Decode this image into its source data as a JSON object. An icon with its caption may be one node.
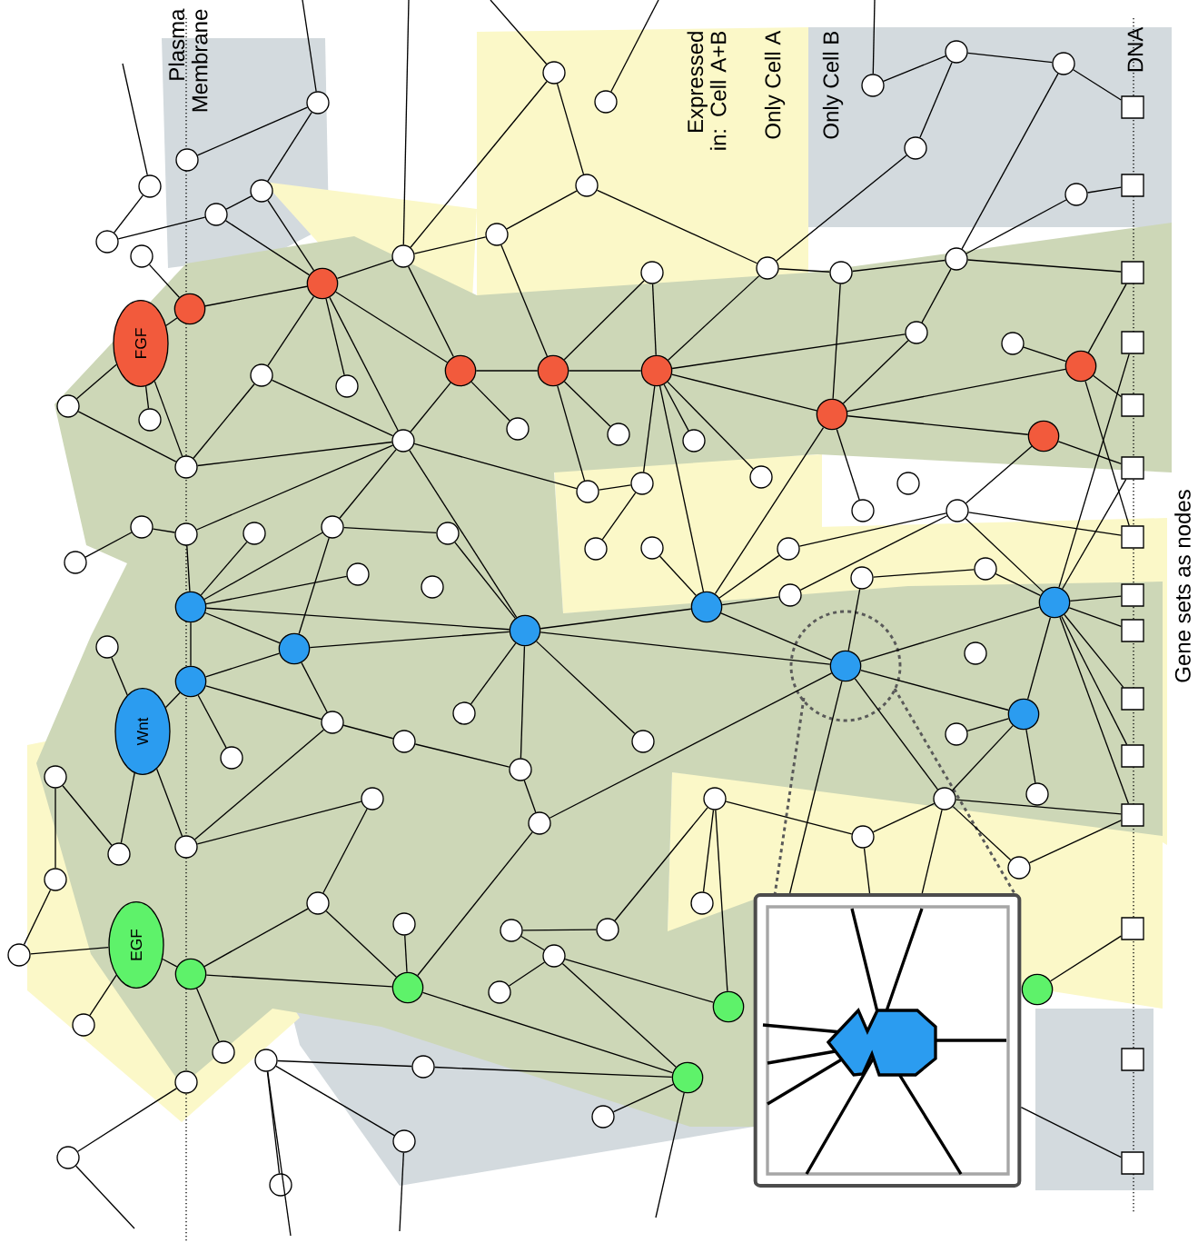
{
  "diagram": {
    "nodes": [
      {
        "text": [],
        "shape": "circle"
      },
      {
        "text": [],
        "shape": "circle"
      },
      {
        "text": [],
        "shape": "circle"
      },
      {
        "text": [],
        "shape": "circle"
      },
      {
        "text": [],
        "shape": "circle"
      },
      {
        "text": [],
        "shape": "circle"
      },
      {
        "text": [],
        "shape": "circle"
      },
      {
        "text": [],
        "shape": "circle"
      },
      {
        "text": [],
        "shape": "circle"
      },
      {
        "text": [],
        "shape": "circle"
      },
      {
        "text": [],
        "shape": "circle"
      },
      {
        "text": [],
        "shape": "circle"
      },
      {
        "text": [],
        "shape": "circle"
      },
      {
        "text": [],
        "shape": "circle"
      },
      {
        "text": [],
        "shape": "circle"
      },
      {
        "text": [],
        "shape": "circle"
      },
      {
        "text": [],
        "shape": "circle"
      },
      {
        "text": [],
        "shape": "circle"
      },
      {
        "text": [],
        "shape": "circle"
      },
      {
        "text": [],
        "shape": "circle"
      },
      {
        "text": [],
        "shape": "circle"
      },
      {
        "text": [],
        "shape": "circle"
      },
      {
        "text": [],
        "shape": "circle"
      },
      {
        "text": [
          "FGF"
        ]
      },
      {
        "text": [],
        "shape": "circle"
      },
      {
        "text": [],
        "shape": "circle"
      },
      {
        "text": [],
        "shape": "circle"
      },
      {
        "text": [],
        "shape": "circle"
      },
      {
        "text": [],
        "shape": "circle"
      },
      {
        "text": [],
        "shape": "circle"
      },
      {
        "text": [],
        "shape": "circle"
      },
      {
        "text": [],
        "shape": "circle"
      },
      {
        "text": [],
        "shape": "circle"
      },
      {
        "text": [],
        "shape": "circle"
      },
      {
        "text": [],
        "shape": "circle"
      },
      {
        "text": [],
        "shape": "circle"
      },
      {
        "text": [],
        "shape": "circle"
      },
      {
        "text": [],
        "shape": "circle"
      },
      {
        "text": [],
        "shape": "circle"
      },
      {
        "text": [],
        "shape": "circle"
      },
      {
        "text": [],
        "shape": "circle"
      },
      {
        "text": [],
        "shape": "circle"
      },
      {
        "text": [],
        "shape": "circle"
      },
      {
        "text": [],
        "shape": "circle"
      },
      {
        "text": [],
        "shape": "circle"
      },
      {
        "text": [],
        "shape": "circle"
      },
      {
        "text": [],
        "shape": "circle"
      },
      {
        "text": [],
        "shape": "circle"
      },
      {
        "text": [],
        "shape": "circle"
      },
      {
        "text": [],
        "shape": "circle"
      },
      {
        "text": [],
        "shape": "circle"
      },
      {
        "text": [],
        "shape": "circle"
      },
      {
        "text": [],
        "shape": "circle"
      },
      {
        "text": [],
        "shape": "circle"
      },
      {
        "text": [],
        "shape": "circle"
      },
      {
        "text": [],
        "shape": "circle"
      },
      {
        "text": [],
        "shape": "circle"
      },
      {
        "text": [],
        "shape": "circle"
      },
      {
        "text": [],
        "shape": "circle"
      },
      {
        "text": [],
        "shape": "circle"
      },
      {
        "text": [],
        "shape": "circle"
      },
      {
        "text": [],
        "shape": "circle"
      },
      {
        "text": [],
        "shape": "circle"
      },
      {
        "text": [],
        "shape": "circle"
      },
      {
        "text": [],
        "shape": "circle"
      },
      {
        "text": [],
        "shape": "circle"
      },
      {
        "text": [],
        "shape": "circle"
      },
      {
        "text": [],
        "shape": "circle"
      },
      {
        "text": [],
        "shape": "circle"
      },
      {
        "text": [],
        "shape": "circle"
      },
      {
        "text": [
          "Wnt"
        ]
      },
      {
        "text": [],
        "shape": "circle"
      },
      {
        "text": [],
        "shape": "circle"
      },
      {
        "text": [],
        "shape": "circle"
      },
      {
        "text": [],
        "shape": "circle"
      },
      {
        "text": [],
        "shape": "circle"
      },
      {
        "text": [],
        "shape": "circle"
      },
      {
        "text": [],
        "shape": "circle"
      },
      {
        "text": [],
        "shape": "circle"
      },
      {
        "text": [],
        "shape": "circle"
      },
      {
        "text": [],
        "shape": "circle"
      },
      {
        "text": [],
        "shape": "circle"
      },
      {
        "text": [],
        "shape": "circle"
      },
      {
        "text": [],
        "shape": "circle"
      },
      {
        "text": [],
        "shape": "circle"
      },
      {
        "text": [],
        "shape": "circle"
      },
      {
        "text": [],
        "shape": "circle"
      },
      {
        "text": [],
        "shape": "circle"
      },
      {
        "text": [],
        "shape": "circle"
      },
      {
        "text": [],
        "shape": "circle"
      },
      {
        "text": [],
        "shape": "circle"
      },
      {
        "text": [],
        "shape": "circle"
      },
      {
        "text": [],
        "shape": "circle"
      },
      {
        "text": [
          "EGF"
        ]
      },
      {
        "text": [],
        "shape": "circle"
      },
      {
        "text": [],
        "shape": "circle"
      },
      {
        "text": [],
        "shape": "circle"
      },
      {
        "text": [],
        "shape": "circle"
      },
      {
        "text": [],
        "shape": "circle"
      },
      {
        "text": [],
        "shape": "circle"
      },
      {
        "text": [],
        "shape": "circle"
      },
      {
        "text": [],
        "shape": "circle"
      },
      {
        "text": [],
        "shape": "circle"
      },
      {
        "text": [],
        "shape": "circle"
      },
      {
        "text": [],
        "shape": "circle"
      },
      {
        "text": [],
        "shape": "circle"
      },
      {
        "text": [],
        "shape": "circle"
      },
      {
        "text": [],
        "shape": "circle"
      },
      {
        "text": [],
        "shape": "circle"
      },
      {
        "text": [],
        "shape": "circle"
      },
      {
        "text": [],
        "shape": "circle"
      },
      {
        "text": [],
        "shape": "circle"
      },
      {
        "text": [],
        "shape": "circle"
      },
      {
        "text": [],
        "shape": "box"
      },
      {
        "text": [],
        "shape": "box"
      },
      {
        "text": [],
        "shape": "box"
      },
      {
        "text": [],
        "shape": "box"
      },
      {
        "text": [],
        "shape": "box"
      },
      {
        "text": [],
        "shape": "box"
      },
      {
        "text": [],
        "shape": "box"
      },
      {
        "text": [],
        "shape": "box"
      },
      {
        "text": [],
        "shape": "box"
      },
      {
        "text": [],
        "shape": "box"
      },
      {
        "text": [],
        "shape": "box"
      },
      {
        "text": [],
        "shape": "box"
      },
      {
        "text": [],
        "shape": "box"
      },
      {
        "text": [],
        "shape": "box"
      },
      {
        "text": [],
        "shape": "box"
      },
      {
        "text": [],
        "shape": "picture"
      }
    ],
    "edges": [
      {
        "from": null,
        "to": 7,
        "arrow": "none"
      },
      {
        "from": 7,
        "to": 13,
        "arrow": "none"
      },
      {
        "from": null,
        "to": 5,
        "arrow": "none"
      },
      {
        "from": 5,
        "to": 8,
        "arrow": "none"
      },
      {
        "from": 5,
        "to": 6,
        "arrow": "none"
      },
      {
        "from": 8,
        "to": 12,
        "arrow": "none"
      },
      {
        "from": 8,
        "to": 21,
        "arrow": "none"
      },
      {
        "from": 12,
        "to": 13,
        "arrow": "none"
      },
      {
        "from": 12,
        "to": 21,
        "arrow": "none"
      },
      {
        "from": 15,
        "to": 22,
        "arrow": "none"
      },
      {
        "from": 22,
        "to": 21,
        "arrow": "none"
      },
      {
        "from": 32,
        "to": 23,
        "arrow": "none"
      },
      {
        "from": 23,
        "to": 22,
        "arrow": "none"
      },
      {
        "from": 32,
        "to": 40,
        "arrow": "none"
      },
      {
        "from": 23,
        "to": 33,
        "arrow": "none"
      },
      {
        "from": 23,
        "to": 40,
        "arrow": "none"
      },
      {
        "from": 40,
        "to": 30,
        "arrow": "none"
      },
      {
        "from": 30,
        "to": 21,
        "arrow": "none"
      },
      {
        "from": 30,
        "to": 38,
        "arrow": "none"
      },
      {
        "from": 21,
        "to": 31,
        "arrow": "none"
      },
      {
        "from": 21,
        "to": 38,
        "arrow": "none"
      },
      {
        "from": 21,
        "to": 16,
        "arrow": "none"
      },
      {
        "from": 21,
        "to": 26,
        "arrow": "none"
      },
      {
        "from": null,
        "to": 16,
        "arrow": "none"
      },
      {
        "from": 16,
        "to": 0,
        "arrow": "none"
      },
      {
        "from": 16,
        "to": 14,
        "arrow": "none"
      },
      {
        "from": 16,
        "to": 26,
        "arrow": "none"
      },
      {
        "from": null,
        "to": 0,
        "arrow": "none"
      },
      {
        "from": 0,
        "to": 9,
        "arrow": "none"
      },
      {
        "from": null,
        "to": 1,
        "arrow": "none"
      },
      {
        "from": 9,
        "to": 14,
        "arrow": "none"
      },
      {
        "from": 9,
        "to": 18,
        "arrow": "none"
      },
      {
        "from": 14,
        "to": 27,
        "arrow": "none"
      },
      {
        "from": 26,
        "to": 27,
        "arrow": "none"
      },
      {
        "from": 27,
        "to": 28,
        "arrow": "none"
      },
      {
        "from": 26,
        "to": 35,
        "arrow": "none"
      },
      {
        "from": 26,
        "to": 38,
        "arrow": "none"
      },
      {
        "from": 27,
        "to": 36,
        "arrow": "none"
      },
      {
        "from": 27,
        "to": 44,
        "arrow": "none"
      },
      {
        "from": 20,
        "to": 28,
        "arrow": "none"
      },
      {
        "from": 20,
        "to": 27,
        "arrow": "none"
      },
      {
        "from": 18,
        "to": 28,
        "arrow": "none"
      },
      {
        "from": 18,
        "to": 10,
        "arrow": "none"
      },
      {
        "from": 28,
        "to": 37,
        "arrow": "none"
      },
      {
        "from": 28,
        "to": 43,
        "arrow": "none"
      },
      {
        "from": 28,
        "to": 41,
        "arrow": "none"
      },
      {
        "from": 28,
        "to": 24,
        "arrow": "none"
      },
      {
        "from": 28,
        "to": 34,
        "arrow": "none"
      },
      {
        "from": 28,
        "to": 62,
        "arrow": "none"
      },
      {
        "from": 18,
        "to": 19,
        "arrow": "none"
      },
      {
        "from": 19,
        "to": 17,
        "arrow": "none"
      },
      {
        "from": 19,
        "to": 34,
        "arrow": "none"
      },
      {
        "from": 17,
        "to": 115,
        "arrow": "none"
      },
      {
        "from": 17,
        "to": 3,
        "arrow": "none"
      },
      {
        "from": 17,
        "to": 24,
        "arrow": "none"
      },
      {
        "from": 10,
        "to": 2,
        "arrow": "none"
      },
      {
        "from": 4,
        "to": 2,
        "arrow": "none"
      },
      {
        "from": null,
        "to": 4,
        "arrow": "none"
      },
      {
        "from": 2,
        "to": 3,
        "arrow": "none"
      },
      {
        "from": 3,
        "to": 113,
        "arrow": "none"
      },
      {
        "from": 11,
        "to": 114,
        "arrow": "none"
      },
      {
        "from": 11,
        "to": 17,
        "arrow": "none"
      },
      {
        "from": 24,
        "to": 34,
        "arrow": "none"
      },
      {
        "from": 34,
        "to": 29,
        "arrow": "none"
      },
      {
        "from": 34,
        "to": 39,
        "arrow": "none"
      },
      {
        "from": 34,
        "to": 45,
        "arrow": "none"
      },
      {
        "from": 34,
        "to": 62,
        "arrow": "none"
      },
      {
        "from": 25,
        "to": 29,
        "arrow": "none"
      },
      {
        "from": 29,
        "to": 115,
        "arrow": "none"
      },
      {
        "from": 29,
        "to": 117,
        "arrow": "none"
      },
      {
        "from": 29,
        "to": 119,
        "arrow": "none"
      },
      {
        "from": 39,
        "to": 118,
        "arrow": "none"
      },
      {
        "from": 39,
        "to": 46,
        "arrow": "none"
      },
      {
        "from": 46,
        "to": 54,
        "arrow": "none"
      },
      {
        "from": 46,
        "to": 119,
        "arrow": "none"
      },
      {
        "from": 46,
        "to": 63,
        "arrow": "none"
      },
      {
        "from": 46,
        "to": 60,
        "arrow": "none"
      },
      {
        "from": 63,
        "to": 116,
        "arrow": "none"
      },
      {
        "from": 63,
        "to": 118,
        "arrow": "none"
      },
      {
        "from": 63,
        "to": 120,
        "arrow": "none"
      },
      {
        "from": 63,
        "to": 121,
        "arrow": "none"
      },
      {
        "from": 63,
        "to": 122,
        "arrow": "none"
      },
      {
        "from": 63,
        "to": 123,
        "arrow": "none"
      },
      {
        "from": 63,
        "to": 124,
        "arrow": "none"
      },
      {
        "from": 63,
        "to": 59,
        "arrow": "none"
      },
      {
        "from": 59,
        "to": 57,
        "arrow": "none"
      },
      {
        "from": 57,
        "to": 68,
        "arrow": "none"
      },
      {
        "from": 63,
        "to": 68,
        "arrow": "none"
      },
      {
        "from": 63,
        "to": 73,
        "arrow": "none"
      },
      {
        "from": 62,
        "to": 54,
        "arrow": "none"
      },
      {
        "from": 62,
        "to": 60,
        "arrow": "none"
      },
      {
        "from": 62,
        "to": 53,
        "arrow": "none"
      },
      {
        "from": 62,
        "to": 64,
        "arrow": "none"
      },
      {
        "from": 62,
        "to": 68,
        "arrow": "none"
      },
      {
        "from": 64,
        "to": 68,
        "arrow": "none"
      },
      {
        "from": 68,
        "to": 84,
        "arrow": "none"
      },
      {
        "from": 68,
        "to": 81,
        "arrow": "none"
      },
      {
        "from": 68,
        "to": 73,
        "arrow": "none"
      },
      {
        "from": 68,
        "to": 128,
        "arrow": "none"
      },
      {
        "from": 73,
        "to": 74,
        "arrow": "none"
      },
      {
        "from": 73,
        "to": 80,
        "arrow": "none"
      },
      {
        "from": 73,
        "to": 81,
        "arrow": "none"
      },
      {
        "from": 81,
        "to": 124,
        "arrow": "none"
      },
      {
        "from": 81,
        "to": 85,
        "arrow": "none"
      },
      {
        "from": 81,
        "to": 88,
        "arrow": "none"
      },
      {
        "from": 85,
        "to": 82,
        "arrow": "none"
      },
      {
        "from": 82,
        "to": 91,
        "arrow": "none"
      },
      {
        "from": 82,
        "to": 95,
        "arrow": "none"
      },
      {
        "from": 82,
        "to": 101,
        "arrow": "none"
      },
      {
        "from": 85,
        "to": 128,
        "arrow": "none"
      },
      {
        "from": 81,
        "to": 128,
        "arrow": "none"
      },
      {
        "from": 88,
        "to": 124,
        "arrow": "none"
      },
      {
        "from": 102,
        "to": 125,
        "arrow": "none"
      },
      {
        "from": 94,
        "to": 95,
        "arrow": "none"
      },
      {
        "from": 97,
        "to": 101,
        "arrow": "none"
      },
      {
        "from": 94,
        "to": 97,
        "arrow": "none"
      },
      {
        "from": 97,
        "to": 107,
        "arrow": "none"
      },
      {
        "from": 100,
        "to": 97,
        "arrow": "none"
      },
      {
        "from": 99,
        "to": 107,
        "arrow": "none"
      },
      {
        "from": 99,
        "to": 92,
        "arrow": "none"
      },
      {
        "from": 99,
        "to": 84,
        "arrow": "none"
      },
      {
        "from": 99,
        "to": 90,
        "arrow": "none"
      },
      {
        "from": 98,
        "to": 99,
        "arrow": "none"
      },
      {
        "from": 105,
        "to": 106,
        "arrow": "none"
      },
      {
        "from": 106,
        "to": 107,
        "arrow": "none"
      },
      {
        "from": 107,
        "to": 109,
        "arrow": "none"
      },
      {
        "from": 107,
        "to": null,
        "arrow": "none"
      },
      {
        "from": 105,
        "to": 112,
        "arrow": "none"
      },
      {
        "from": 105,
        "to": 110,
        "arrow": "none"
      },
      {
        "from": 105,
        "to": null,
        "arrow": "none"
      },
      {
        "from": 104,
        "to": 98,
        "arrow": "none"
      },
      {
        "from": 98,
        "to": 90,
        "arrow": "none"
      },
      {
        "from": 98,
        "to": 93,
        "arrow": "none"
      },
      {
        "from": 93,
        "to": 103,
        "arrow": "none"
      },
      {
        "from": 93,
        "to": 96,
        "arrow": "none"
      },
      {
        "from": 96,
        "to": 89,
        "arrow": "none"
      },
      {
        "from": 89,
        "to": 79,
        "arrow": "none"
      },
      {
        "from": 79,
        "to": 86,
        "arrow": "none"
      },
      {
        "from": 86,
        "to": 70,
        "arrow": "none"
      },
      {
        "from": 87,
        "to": 70,
        "arrow": "none"
      },
      {
        "from": 87,
        "to": 71,
        "arrow": "none"
      },
      {
        "from": 87,
        "to": 83,
        "arrow": "none"
      },
      {
        "from": 83,
        "to": 90,
        "arrow": "none"
      },
      {
        "from": 61,
        "to": 49,
        "arrow": "none"
      },
      {
        "from": 61,
        "to": 50,
        "arrow": "none"
      },
      {
        "from": 61,
        "to": 48,
        "arrow": "none"
      },
      {
        "from": 61,
        "to": 56,
        "arrow": "none"
      },
      {
        "from": 61,
        "to": 64,
        "arrow": "none"
      },
      {
        "from": 61,
        "to": 66,
        "arrow": "none"
      },
      {
        "from": 61,
        "to": 69,
        "arrow": "none"
      },
      {
        "from": 47,
        "to": 55,
        "arrow": "none"
      },
      {
        "from": 47,
        "to": 49,
        "arrow": "none"
      },
      {
        "from": 65,
        "to": 70,
        "arrow": "none"
      },
      {
        "from": 40,
        "to": 38,
        "arrow": "none"
      },
      {
        "from": 49,
        "to": 38,
        "arrow": "none"
      },
      {
        "from": 48,
        "to": 51,
        "arrow": "none"
      },
      {
        "from": 48,
        "to": 66,
        "arrow": "none"
      },
      {
        "from": 48,
        "to": 38,
        "arrow": "none"
      },
      {
        "from": 38,
        "to": 64,
        "arrow": "none"
      },
      {
        "from": 38,
        "to": 44,
        "arrow": "none"
      },
      {
        "from": 44,
        "to": 43,
        "arrow": "none"
      },
      {
        "from": 43,
        "to": 52,
        "arrow": "none"
      },
      {
        "from": 51,
        "to": 64,
        "arrow": "none"
      },
      {
        "from": 64,
        "to": 72,
        "arrow": "none"
      },
      {
        "from": 64,
        "to": 75,
        "arrow": "none"
      },
      {
        "from": 64,
        "to": 78,
        "arrow": "none"
      },
      {
        "from": 64,
        "to": 66,
        "arrow": "none"
      },
      {
        "from": 76,
        "to": 78,
        "arrow": "none"
      },
      {
        "from": 78,
        "to": 84,
        "arrow": "none"
      },
      {
        "from": 66,
        "to": 71,
        "arrow": "none"
      },
      {
        "from": 69,
        "to": 71,
        "arrow": "none"
      },
      {
        "from": 71,
        "to": 76,
        "arrow": "none"
      },
      {
        "from": 69,
        "to": 77,
        "arrow": "none"
      },
      {
        "from": 69,
        "to": 70,
        "arrow": "none"
      },
      {
        "from": 69,
        "to": 66,
        "arrow": "none"
      },
      {
        "from": 108,
        "to": 111,
        "arrow": "none"
      },
      {
        "from": null,
        "to": 111,
        "arrow": "none"
      },
      {
        "from": null,
        "to": 110,
        "arrow": "none"
      },
      {
        "from": 128,
        "to": 127,
        "arrow": "none"
      }
    ],
    "labels": [
      "Plasma Membrane",
      "Expressed in: Cell A+B",
      "Only Cell A",
      "Only Cell B",
      "DNA",
      "Gene sets as nodes"
    ]
  }
}
